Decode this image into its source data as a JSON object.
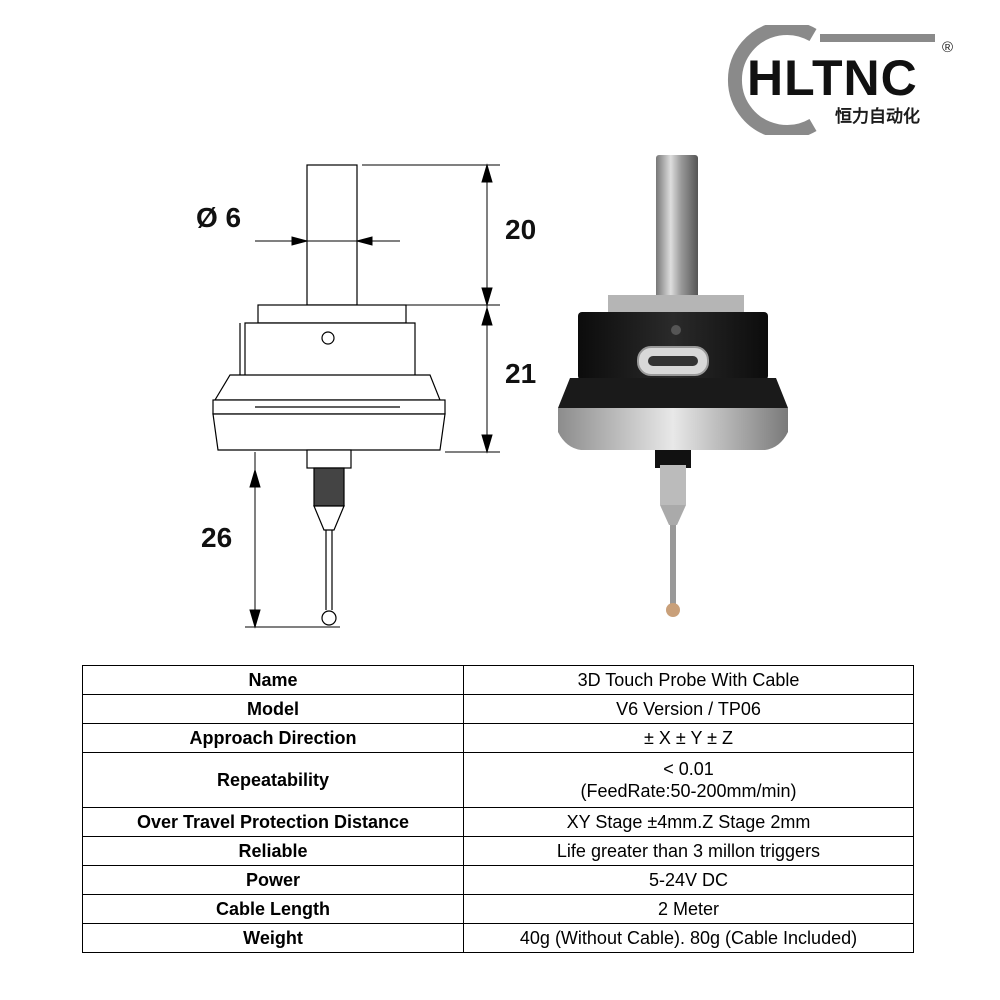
{
  "logo": {
    "brand": "HLTNC",
    "brand_cn": "恒力自动化",
    "registered": "®"
  },
  "drawing": {
    "diameter_label": "Ø 6",
    "dim_top": "20",
    "dim_middle": "21",
    "dim_bottom": "26"
  },
  "specs": {
    "rows": [
      {
        "label": "Name",
        "value": "3D Touch Probe With Cable"
      },
      {
        "label": "Model",
        "value": "V6 Version / TP06"
      },
      {
        "label": "Approach Direction",
        "value": "± X ± Y ± Z"
      },
      {
        "label": "Repeatability",
        "value": "< 0.01",
        "value2": "(FeedRate:50-200mm/min)"
      },
      {
        "label": "Over Travel Protection Distance",
        "value": "XY Stage ±4mm.Z Stage 2mm"
      },
      {
        "label": "Reliable",
        "value": "Life greater than 3 millon triggers"
      },
      {
        "label": "Power",
        "value": "5-24V DC"
      },
      {
        "label": "Cable Length",
        "value": "2 Meter"
      },
      {
        "label": "Weight",
        "value": "40g (Without Cable). 80g (Cable Included)"
      }
    ]
  },
  "colors": {
    "accent_gray": "#8a8a8a",
    "probe_black": "#141414",
    "line": "#000000"
  }
}
